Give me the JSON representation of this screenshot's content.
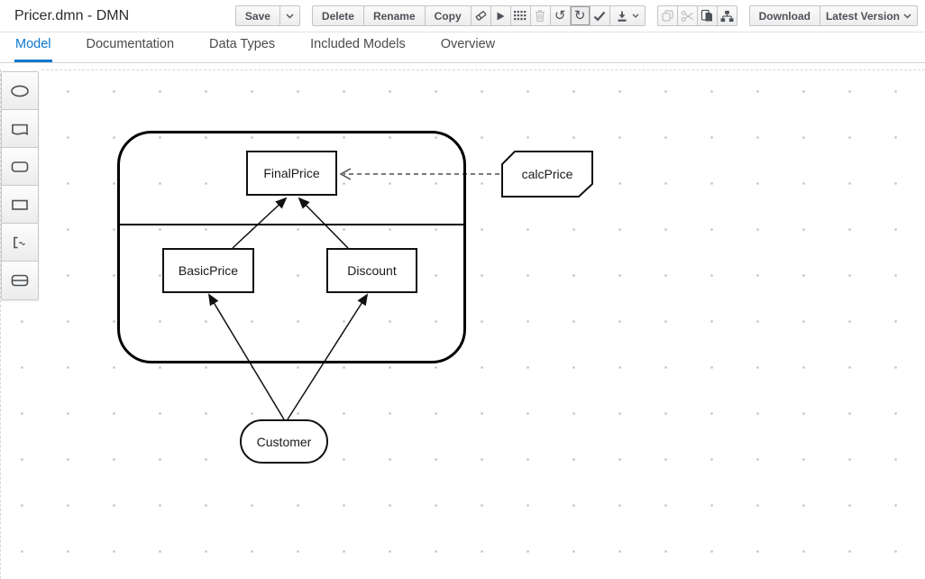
{
  "header": {
    "title": "Pricer.dmn - DMN"
  },
  "toolbar": {
    "save_label": "Save",
    "delete_label": "Delete",
    "rename_label": "Rename",
    "copy_label": "Copy",
    "download_label": "Download",
    "version_label": "Latest Version",
    "icons": [
      "eraser",
      "play",
      "grid",
      "trash",
      "undo",
      "redo",
      "check",
      "export",
      "clone",
      "cut",
      "paste",
      "sitemap"
    ]
  },
  "tabs": [
    {
      "label": "Model",
      "active": true
    },
    {
      "label": "Documentation",
      "active": false
    },
    {
      "label": "Data Types",
      "active": false
    },
    {
      "label": "Included Models",
      "active": false
    },
    {
      "label": "Overview",
      "active": false
    }
  ],
  "palette": {
    "items": [
      "input-data",
      "knowledge-source",
      "business-knowledge-model",
      "decision",
      "text-annotation",
      "decision-service"
    ]
  },
  "diagram": {
    "nodes": {
      "final_price": "FinalPrice",
      "basic_price": "BasicPrice",
      "discount": "Discount",
      "calc_price": "calcPrice",
      "customer": "Customer"
    }
  },
  "colors": {
    "accent": "#0b78d0",
    "node_border": "#000000",
    "grid_dot": "#c6c6c6"
  }
}
